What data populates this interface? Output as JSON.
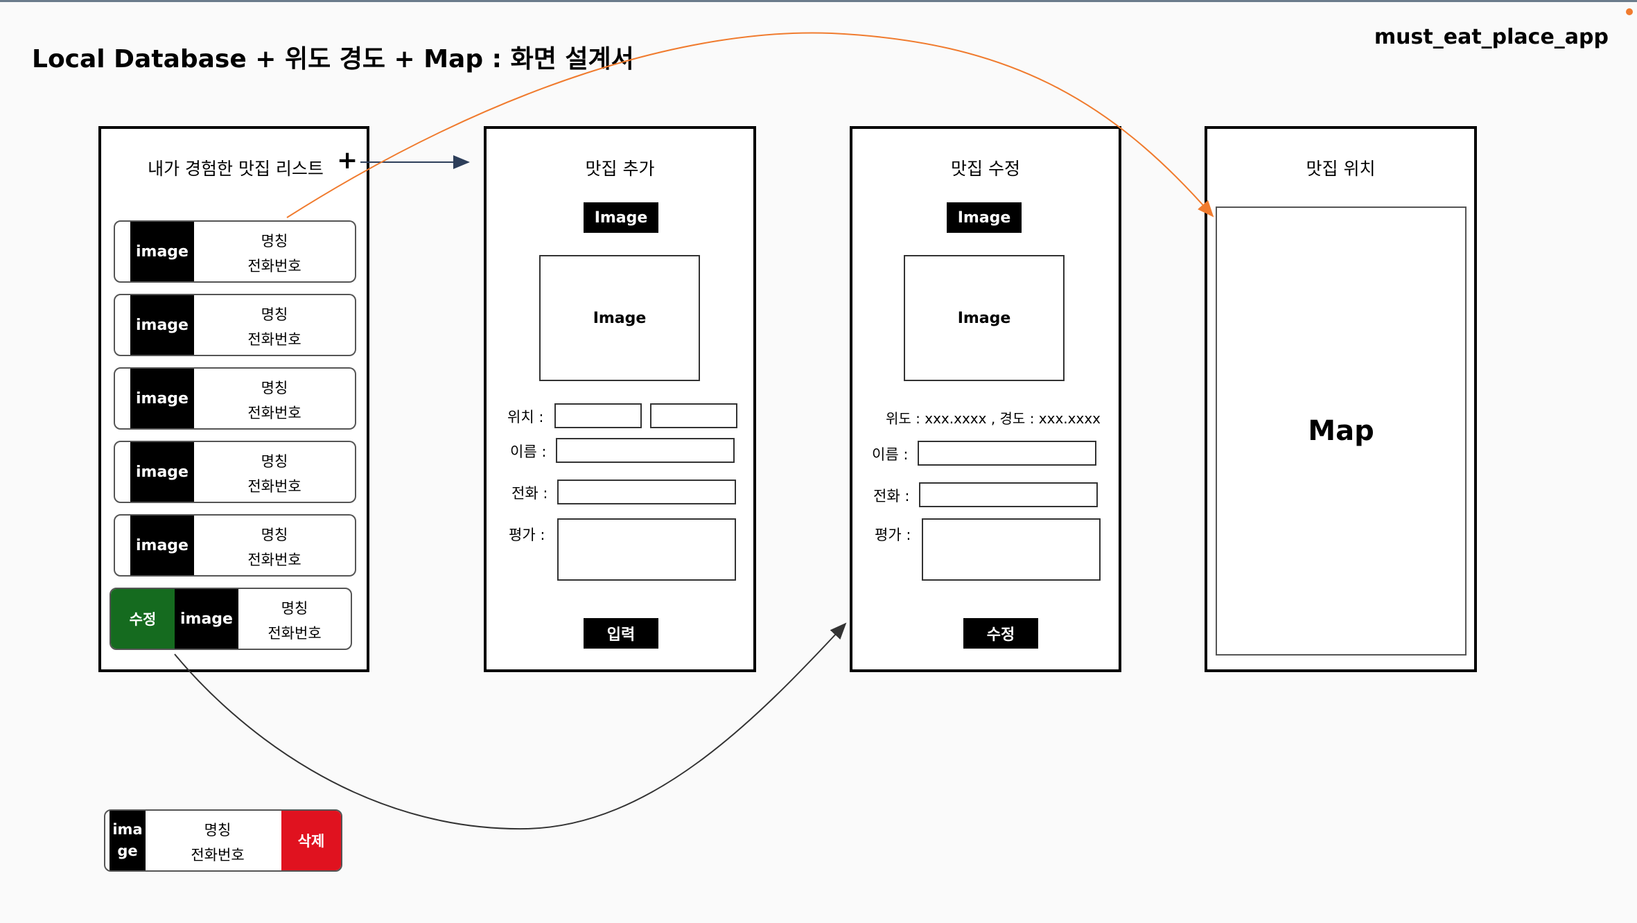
{
  "title": "Local Database + 위도 경도 + Map : 화면 설계서",
  "app_name": "must_eat_place_app",
  "list_screen": {
    "title": "내가 경험한 맛집 리스트",
    "add_symbol": "+",
    "items": [
      {
        "image": "image",
        "name": "명칭",
        "phone": "전화번호"
      },
      {
        "image": "image",
        "name": "명칭",
        "phone": "전화번호"
      },
      {
        "image": "image",
        "name": "명칭",
        "phone": "전화번호"
      },
      {
        "image": "image",
        "name": "명칭",
        "phone": "전화번호"
      },
      {
        "image": "image",
        "name": "명칭",
        "phone": "전화번호"
      }
    ],
    "swipe_item": {
      "action": "수정",
      "image": "image",
      "name": "명칭",
      "phone": "전화번호"
    }
  },
  "add_screen": {
    "title": "맛집 추가",
    "image_button": "Image",
    "image_placeholder": "Image",
    "location_label": "위치 :",
    "name_label": "이름 :",
    "phone_label": "전화 :",
    "review_label": "평가 :",
    "submit_button": "입력"
  },
  "edit_screen": {
    "title": "맛집 수정",
    "image_button": "Image",
    "image_placeholder": "Image",
    "coords_text": "위도 : xxx.xxxx , 경도 :  xxx.xxxx",
    "name_label": "이름 :",
    "phone_label": "전화 :",
    "review_label": "평가 :",
    "submit_button": "수정"
  },
  "map_screen": {
    "title": "맛집 위치",
    "map_label": "Map"
  },
  "delete_item": {
    "image": "image",
    "name": "명칭",
    "phone": "전화번호",
    "action": "삭제"
  },
  "colors": {
    "edit_green": "#156b1f",
    "delete_red": "#e0121f",
    "arrow_orange": "#f07b2e",
    "arrow_navy": "#2d3e5a"
  }
}
